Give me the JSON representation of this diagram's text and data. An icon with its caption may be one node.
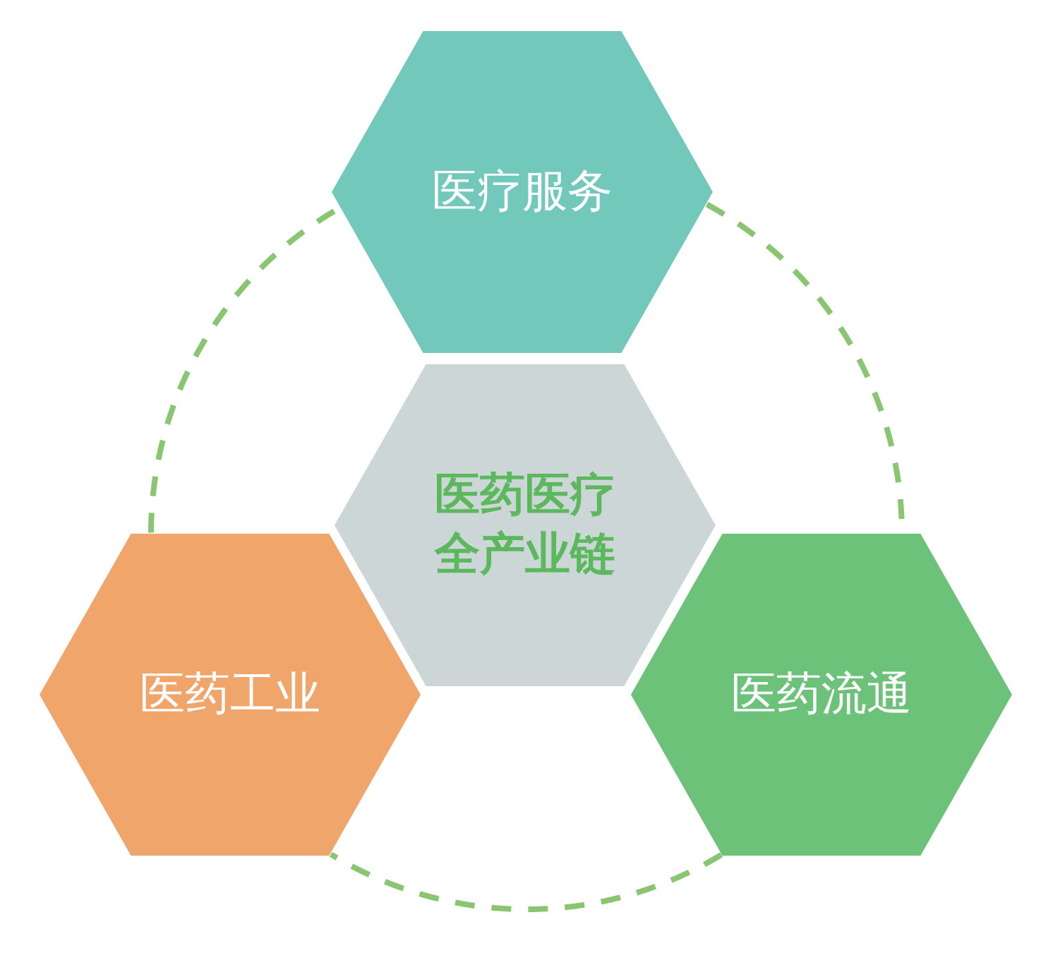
{
  "diagram": {
    "nodes": [
      {
        "text": [
          "医疗服务"
        ]
      },
      {
        "text": [
          "医药医疗全产业链"
        ]
      },
      {
        "text": [
          "医药工业"
        ]
      },
      {
        "text": [
          "医药流通"
        ]
      }
    ],
    "edges": [
      {
        "from": 0,
        "to": 3,
        "arrow": "none",
        "style": "dashed"
      },
      {
        "from": 3,
        "to": 2,
        "arrow": "none",
        "style": "dashed"
      },
      {
        "from": 2,
        "to": 0,
        "arrow": "none",
        "style": "dashed"
      }
    ]
  }
}
